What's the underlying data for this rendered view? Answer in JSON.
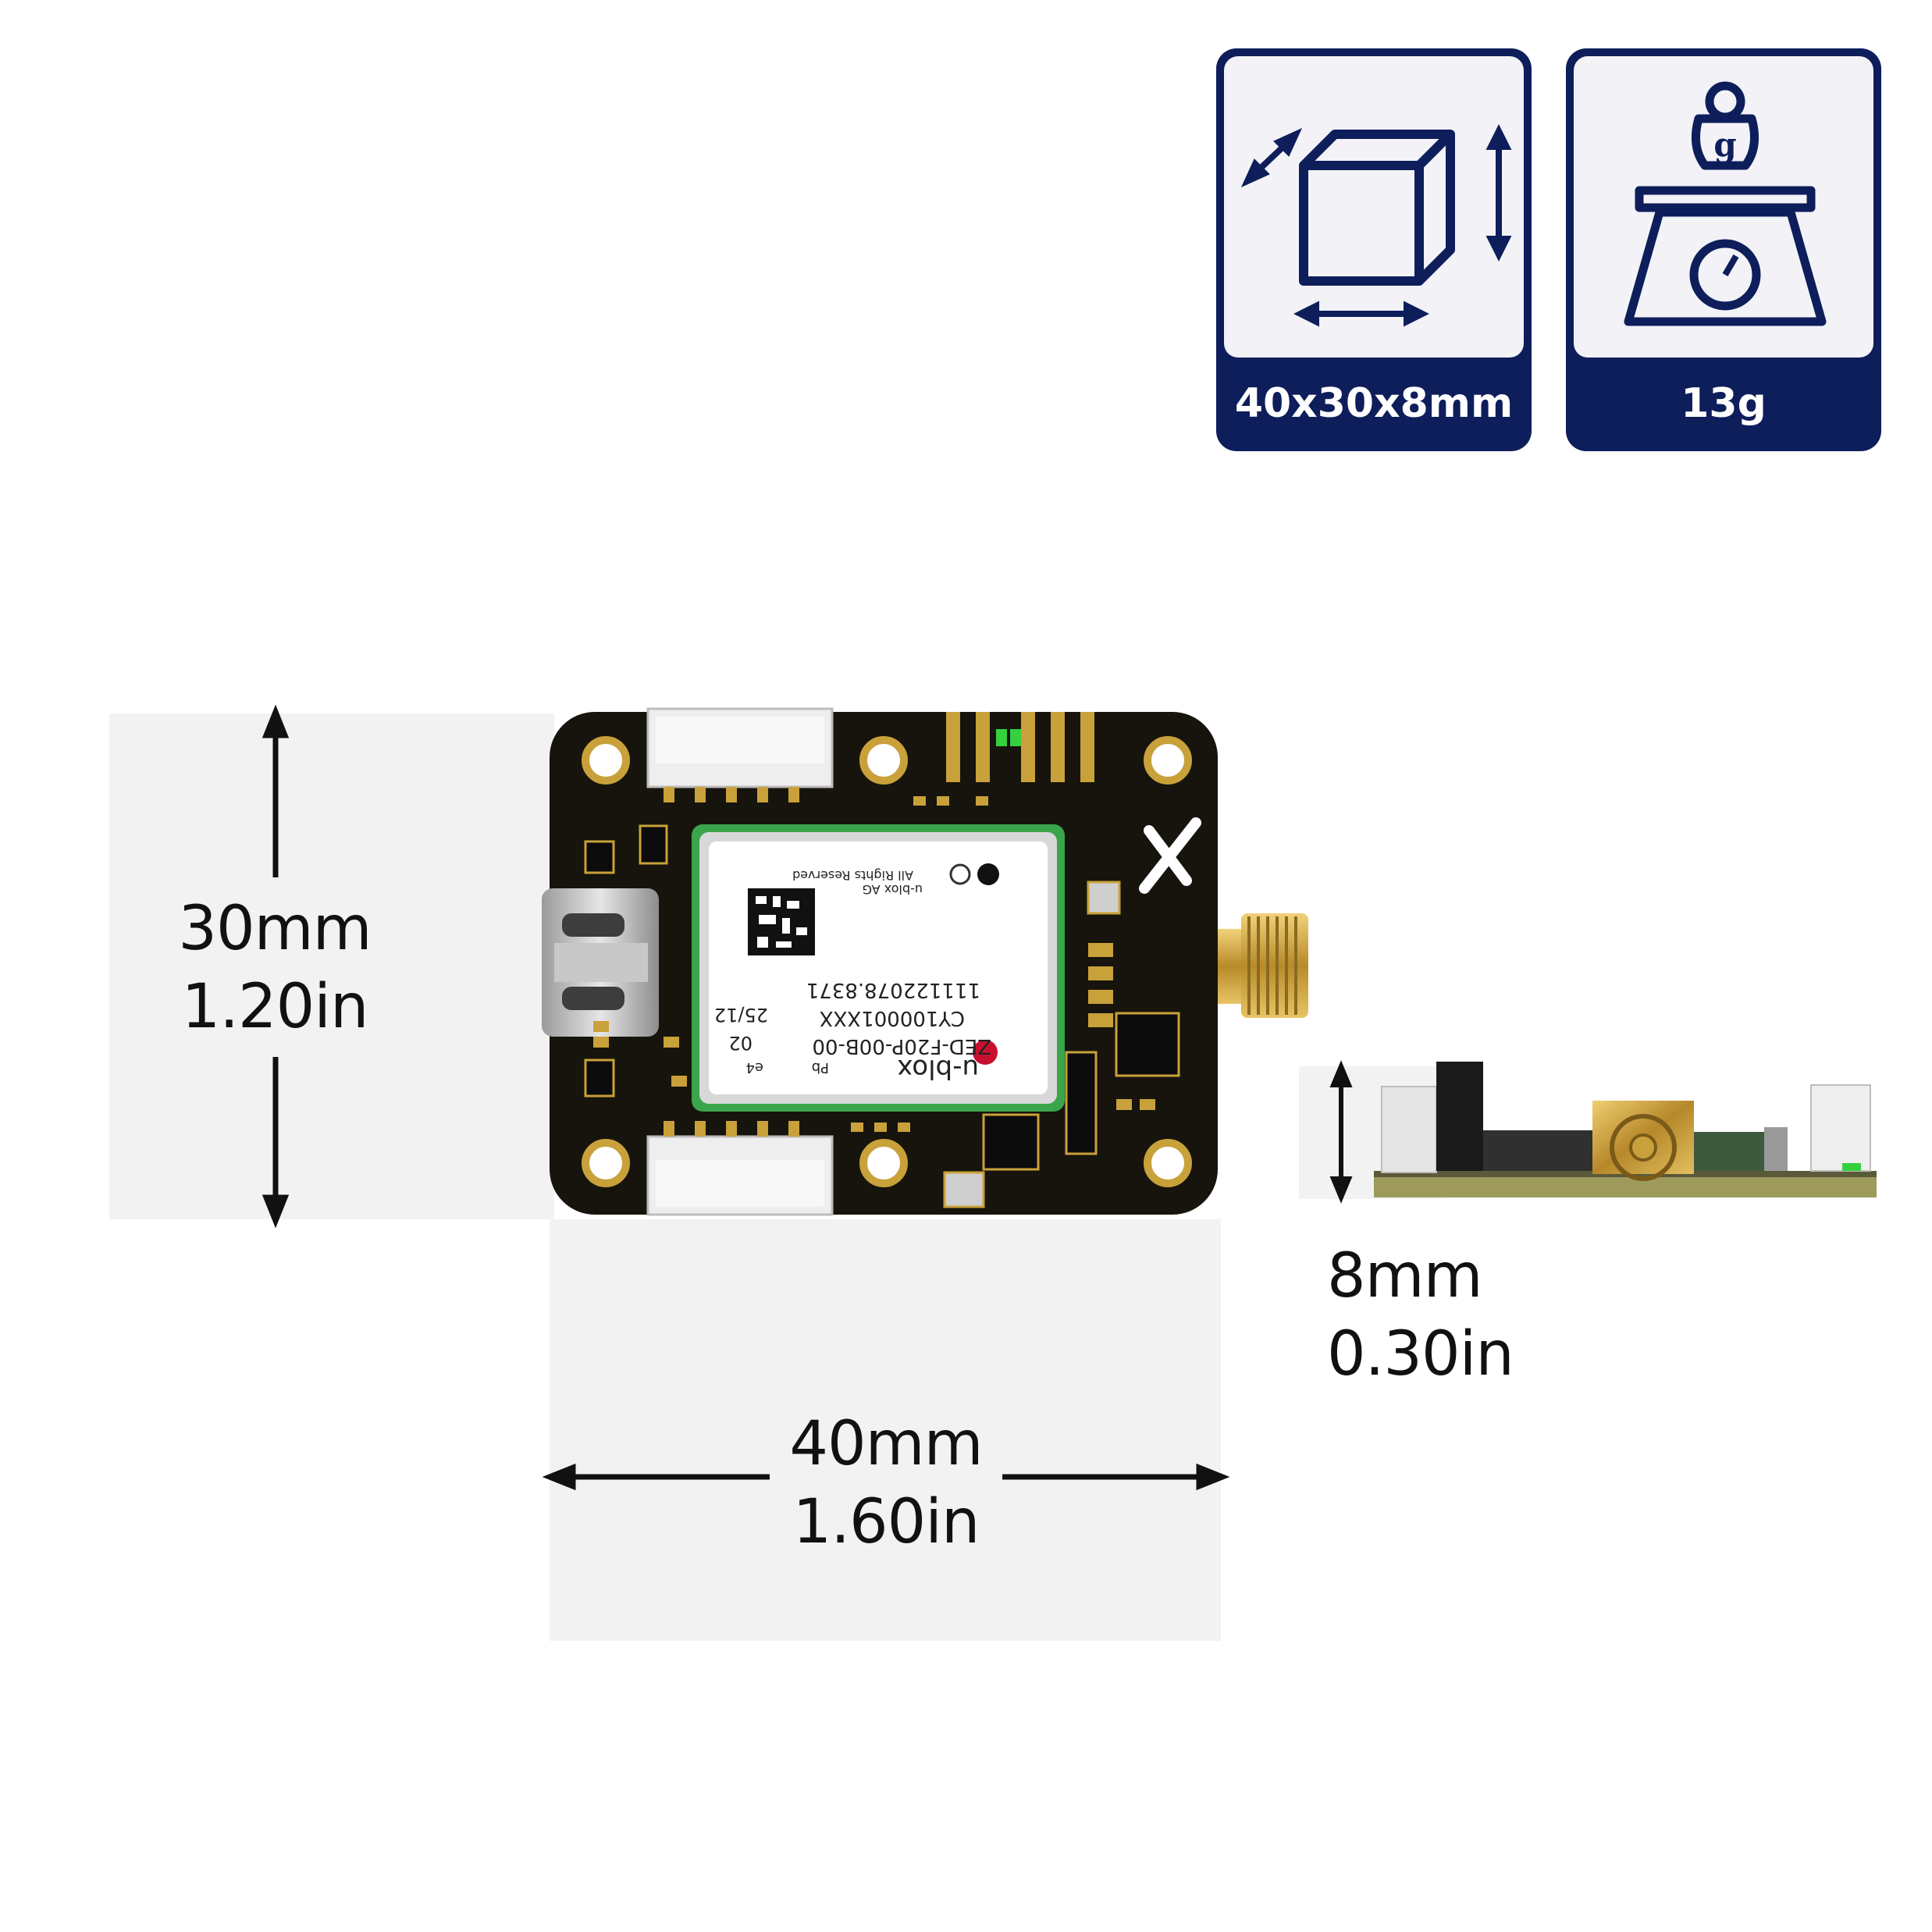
{
  "spec_cards": [
    {
      "icon": "dimensions-cube-icon",
      "label": "40x30x8mm"
    },
    {
      "icon": "weight-scale-icon",
      "label": "13g",
      "weight_symbol": "g"
    }
  ],
  "dimensions": {
    "height": {
      "mm": "30mm",
      "in": "1.20in"
    },
    "width": {
      "mm": "40mm",
      "in": "1.60in"
    },
    "depth": {
      "mm": "8mm",
      "in": "0.30in"
    }
  },
  "board": {
    "module_brand": "u-blox",
    "module_lines": [
      "ZED-F20P-00B-00",
      "CY100001XXX",
      "111122078.8371"
    ],
    "module_side_codes": [
      "25/12",
      "02"
    ],
    "module_top_lines": [
      "All Rights Reserved",
      "u-blox AG"
    ],
    "marks": [
      "Pb",
      "e4"
    ]
  },
  "colors": {
    "accent": "#0e1e5b",
    "card_inner": "#f2f2f7",
    "shade": "#f2f2f2",
    "pcb": "#16140c",
    "gold": "#c9a13a"
  }
}
